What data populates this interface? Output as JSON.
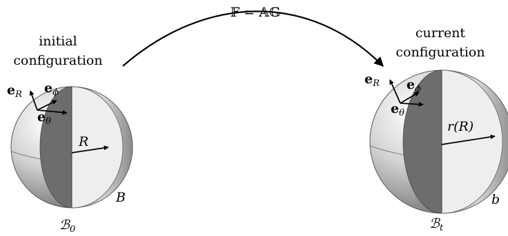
{
  "map": {
    "formula": "𝔽 = 𝔸𝔾"
  },
  "initial": {
    "caption_line1": "initial",
    "caption_line2": "configuration",
    "radius_label": "R",
    "boundary_label": "B",
    "body_label": "ℬ",
    "body_subscript": "0",
    "basis": {
      "e_R": {
        "main": "e",
        "sub": "R"
      },
      "e_phi": {
        "main": "e",
        "sub": "ϕ"
      },
      "e_theta": {
        "main": "e",
        "sub": "θ"
      }
    }
  },
  "current": {
    "caption_line1": "current",
    "caption_line2": "configuration",
    "radius_label": "r(R)",
    "boundary_label": "b",
    "body_label": "ℬ",
    "body_subscript": "t",
    "basis": {
      "e_R": {
        "main": "e",
        "sub": "R"
      },
      "e_phi": {
        "main": "e",
        "sub": "ϕ"
      },
      "e_theta": {
        "main": "e",
        "sub": "θ"
      }
    }
  }
}
